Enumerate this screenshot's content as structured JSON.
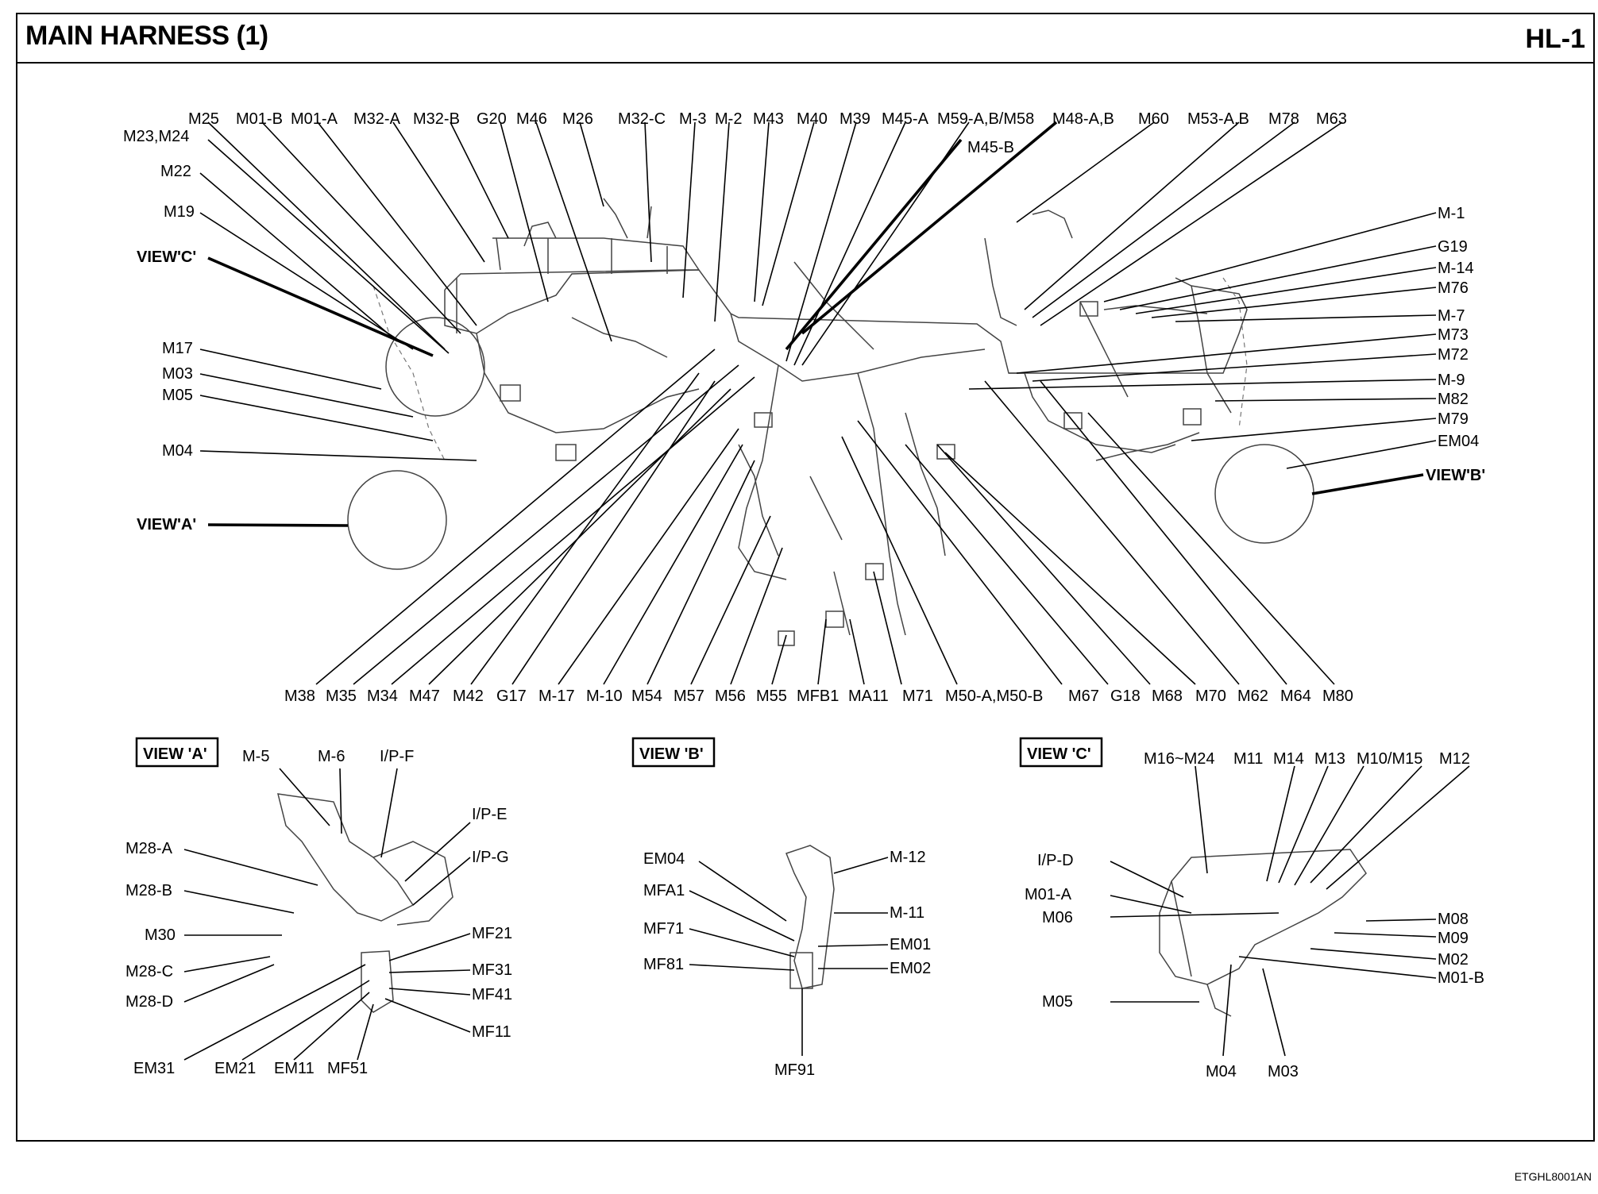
{
  "header": {
    "title": "MAIN HARNESS (1)",
    "page_code": "HL-1"
  },
  "doc_code": "ETGHL8001AN",
  "main_view": {
    "top_labels": [
      "M25",
      "M01-B",
      "M01-A",
      "M32-A",
      "M32-B",
      "G20",
      "M46",
      "M26",
      "M32-C",
      "M-3",
      "M-2",
      "M43",
      "M40",
      "M39",
      "M45-A",
      "M59-A,B/M58",
      "M48-A,B",
      "M60",
      "M53-A,B",
      "M78",
      "M63"
    ],
    "top_sub_labels": [
      "M23,M24",
      "M45-B"
    ],
    "left_labels": [
      "M22",
      "M19",
      "VIEW'C'",
      "M17",
      "M03",
      "M05",
      "M04",
      "VIEW'A'"
    ],
    "right_labels": [
      "M-1",
      "G19",
      "M-14",
      "M76",
      "M-7",
      "M73",
      "M72",
      "M-9",
      "M82",
      "M79",
      "EM04",
      "VIEW'B'"
    ],
    "bottom_labels": [
      "M38",
      "M35",
      "M34",
      "M47",
      "M42",
      "G17",
      "M-17",
      "M-10",
      "M54",
      "M57",
      "M56",
      "M55",
      "MFB1",
      "MA11",
      "M71",
      "M50-A,M50-B",
      "M67",
      "G18",
      "M68",
      "M70",
      "M62",
      "M64",
      "M80"
    ]
  },
  "view_a": {
    "title": "VIEW 'A'",
    "labels": [
      "M-5",
      "M-6",
      "I/P-F",
      "I/P-E",
      "I/P-G",
      "M28-A",
      "M28-B",
      "M30",
      "M28-C",
      "M28-D",
      "MF21",
      "MF31",
      "MF41",
      "MF11",
      "EM31",
      "EM21",
      "EM11",
      "MF51"
    ]
  },
  "view_b": {
    "title": "VIEW 'B'",
    "labels": [
      "EM04",
      "MFA1",
      "MF71",
      "MF81",
      "M-12",
      "M-11",
      "EM01",
      "EM02",
      "MF91"
    ]
  },
  "view_c": {
    "title": "VIEW 'C'",
    "labels": [
      "M16~M24",
      "M11",
      "M14",
      "M13",
      "M10/M15",
      "M12",
      "I/P-D",
      "M01-A",
      "M06",
      "M05",
      "M08",
      "M09",
      "M02",
      "M01-B",
      "M04",
      "M03"
    ]
  }
}
